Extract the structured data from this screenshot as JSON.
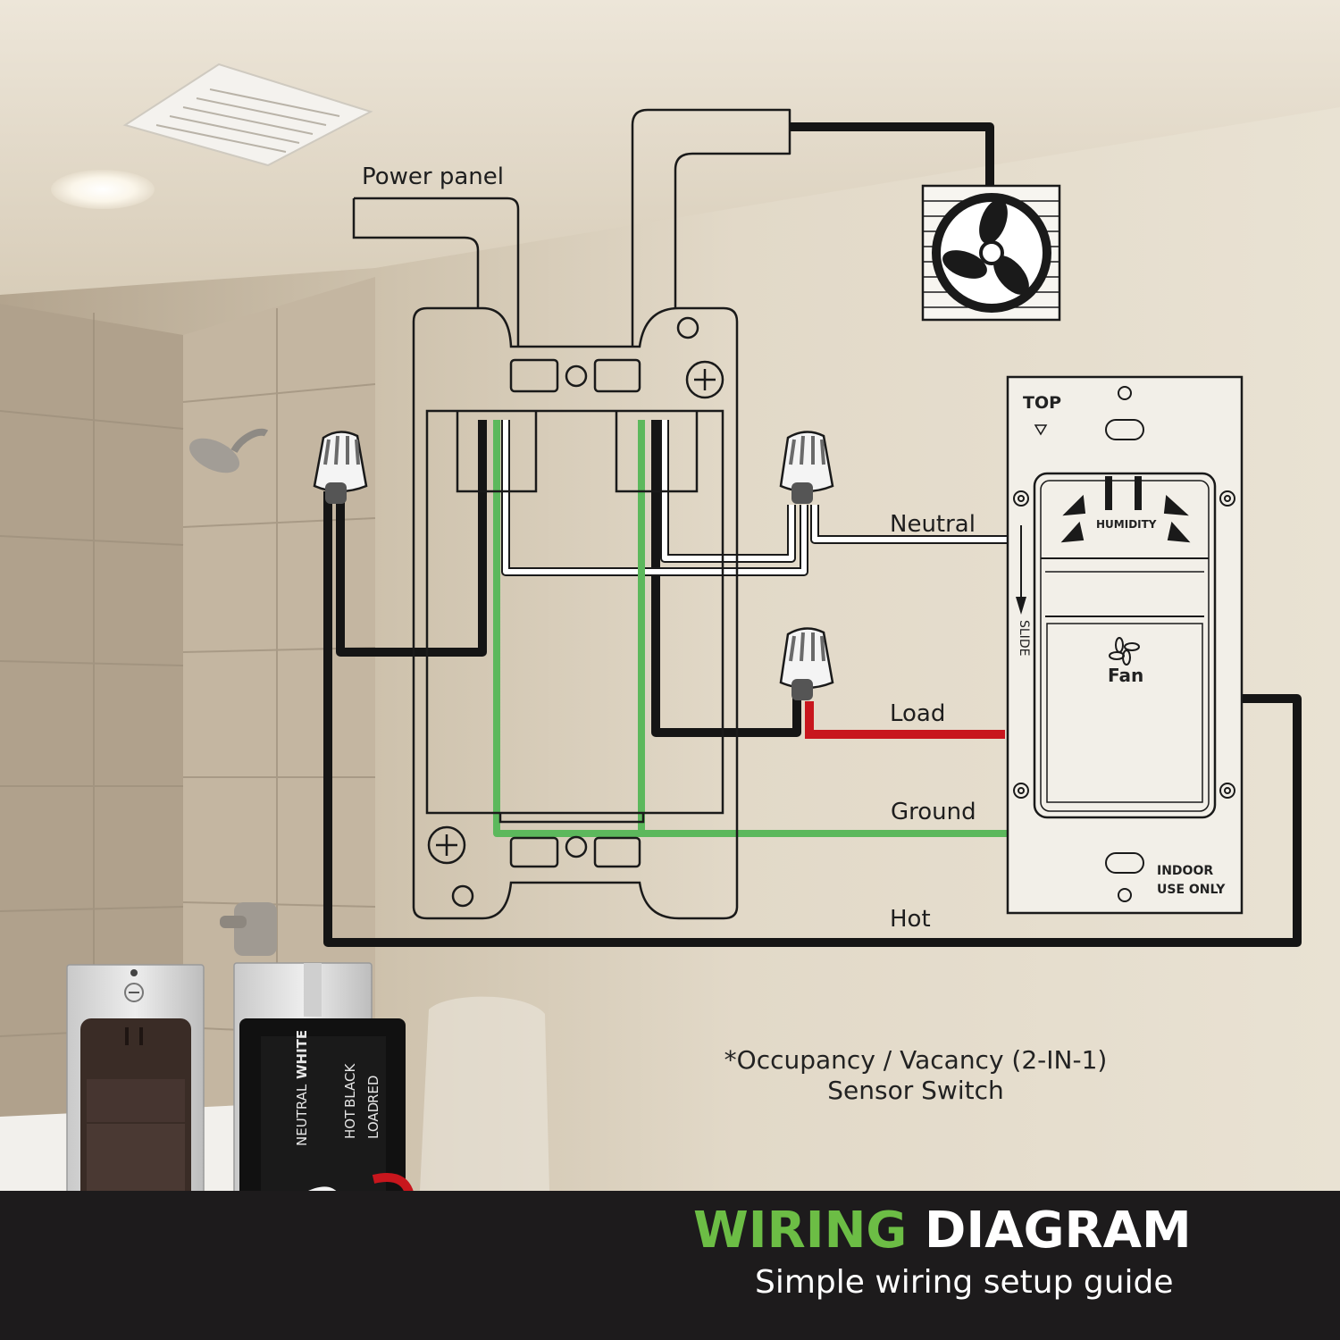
{
  "labels": {
    "power_panel": "Power panel",
    "neutral": "Neutral",
    "load": "Load",
    "ground": "Ground",
    "hot": "Hot"
  },
  "switch_face": {
    "top": "TOP",
    "humidity": "HUMIDITY",
    "slide": "SLIDE",
    "fan": "Fan",
    "indoor": "INDOOR",
    "use_only": "USE ONLY"
  },
  "note": {
    "line1": "*Occupancy / Vacancy (2-IN-1)",
    "line2": "Sensor Switch"
  },
  "product_back": {
    "neutral": "NEUTRAL",
    "white": "WHITE",
    "hot": "HOT",
    "black": "BLACK",
    "load": "LOAD",
    "red": "RED"
  },
  "banner": {
    "title_green": "WIRING",
    "title_white": "DIAGRAM",
    "subtitle": "Simple wiring setup guide"
  },
  "colors": {
    "hot_wire": "#151515",
    "neutral_wire": "#ffffff",
    "load_wire": "#c8161d",
    "ground_wire": "#5cb85c",
    "accent_green": "#6cbd45",
    "banner_bg": "#1d1b1c"
  }
}
